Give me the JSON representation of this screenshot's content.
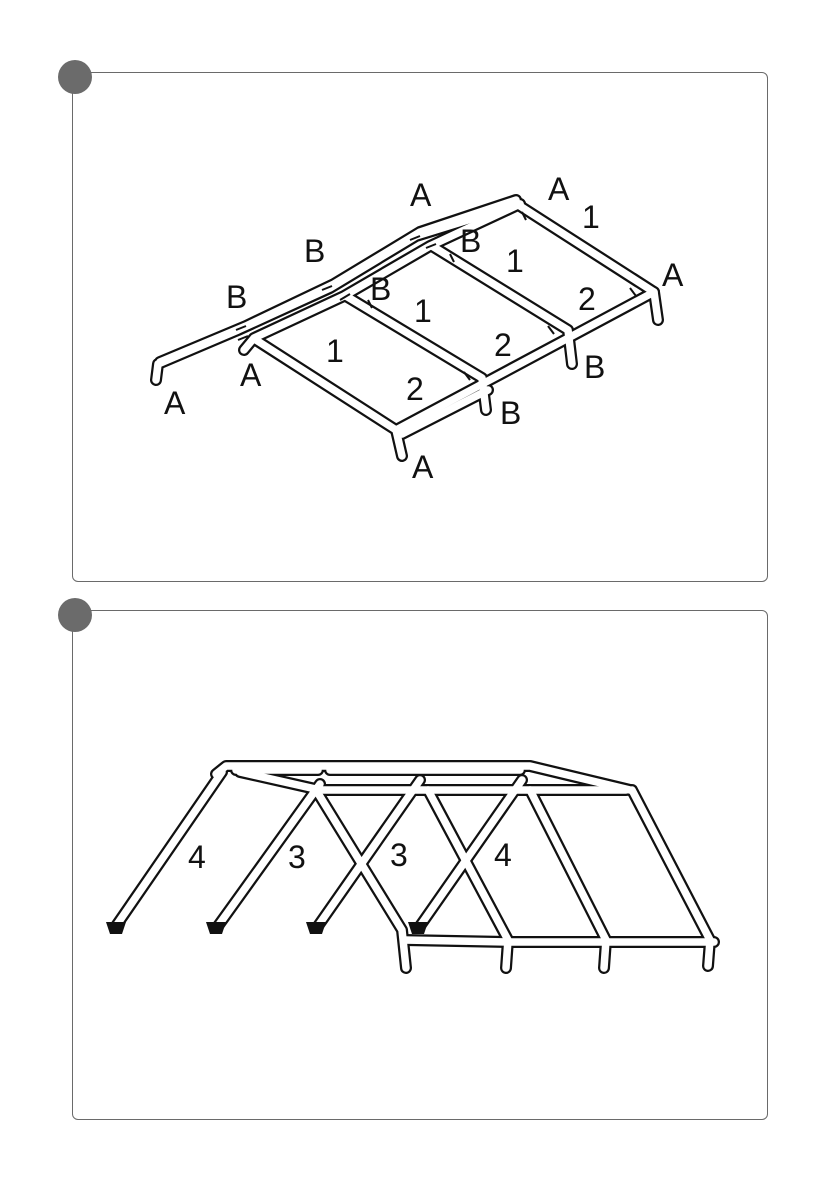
{
  "panel1": {
    "labels": [
      {
        "id": "a1",
        "text": "A"
      },
      {
        "id": "a2",
        "text": "A"
      },
      {
        "id": "a3",
        "text": "A"
      },
      {
        "id": "a4",
        "text": "A"
      },
      {
        "id": "a5",
        "text": "A"
      },
      {
        "id": "a6",
        "text": "A"
      },
      {
        "id": "b1",
        "text": "B"
      },
      {
        "id": "b2",
        "text": "B"
      },
      {
        "id": "b3",
        "text": "B"
      },
      {
        "id": "b4",
        "text": "B"
      },
      {
        "id": "b5",
        "text": "B"
      },
      {
        "id": "b6",
        "text": "B"
      },
      {
        "id": "n1",
        "text": "1"
      },
      {
        "id": "n2",
        "text": "1"
      },
      {
        "id": "n3",
        "text": "1"
      },
      {
        "id": "n4",
        "text": "1"
      },
      {
        "id": "n5",
        "text": "2"
      },
      {
        "id": "n6",
        "text": "2"
      },
      {
        "id": "n7",
        "text": "2"
      }
    ]
  },
  "panel2": {
    "labels": [
      {
        "id": "m1",
        "text": "4"
      },
      {
        "id": "m2",
        "text": "3"
      },
      {
        "id": "m3",
        "text": "3"
      },
      {
        "id": "m4",
        "text": "4"
      }
    ]
  }
}
